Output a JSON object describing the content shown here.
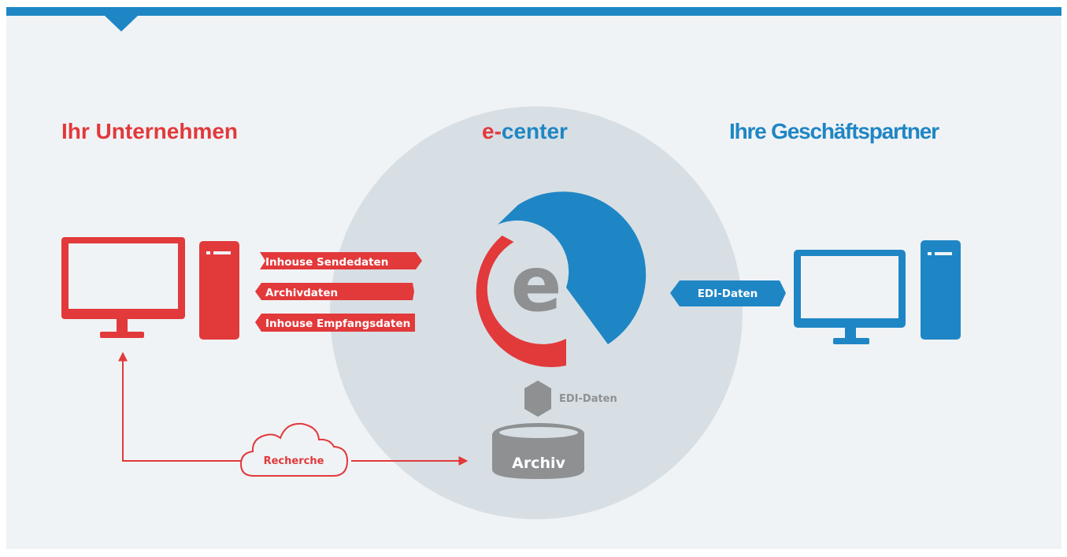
{
  "headings": {
    "company": "Ihr Unternehmen",
    "center": "e-center",
    "partners": "Ihre Geschäftspartner"
  },
  "flows": {
    "send": "Inhouse Sendedaten",
    "archive": "Archivdaten",
    "receive": "Inhouse Empfangsdaten",
    "edi_partner": "EDI-Daten",
    "edi_archive": "EDI-Daten"
  },
  "archive_label": "Archiv",
  "cloud_label": "Recherche",
  "logo_letter": "e",
  "colors": {
    "red": "#e2393b",
    "blue": "#1f86c5",
    "gray": "#8e9092",
    "circle": "#d7dfe4",
    "background": "#f0f3f5"
  }
}
